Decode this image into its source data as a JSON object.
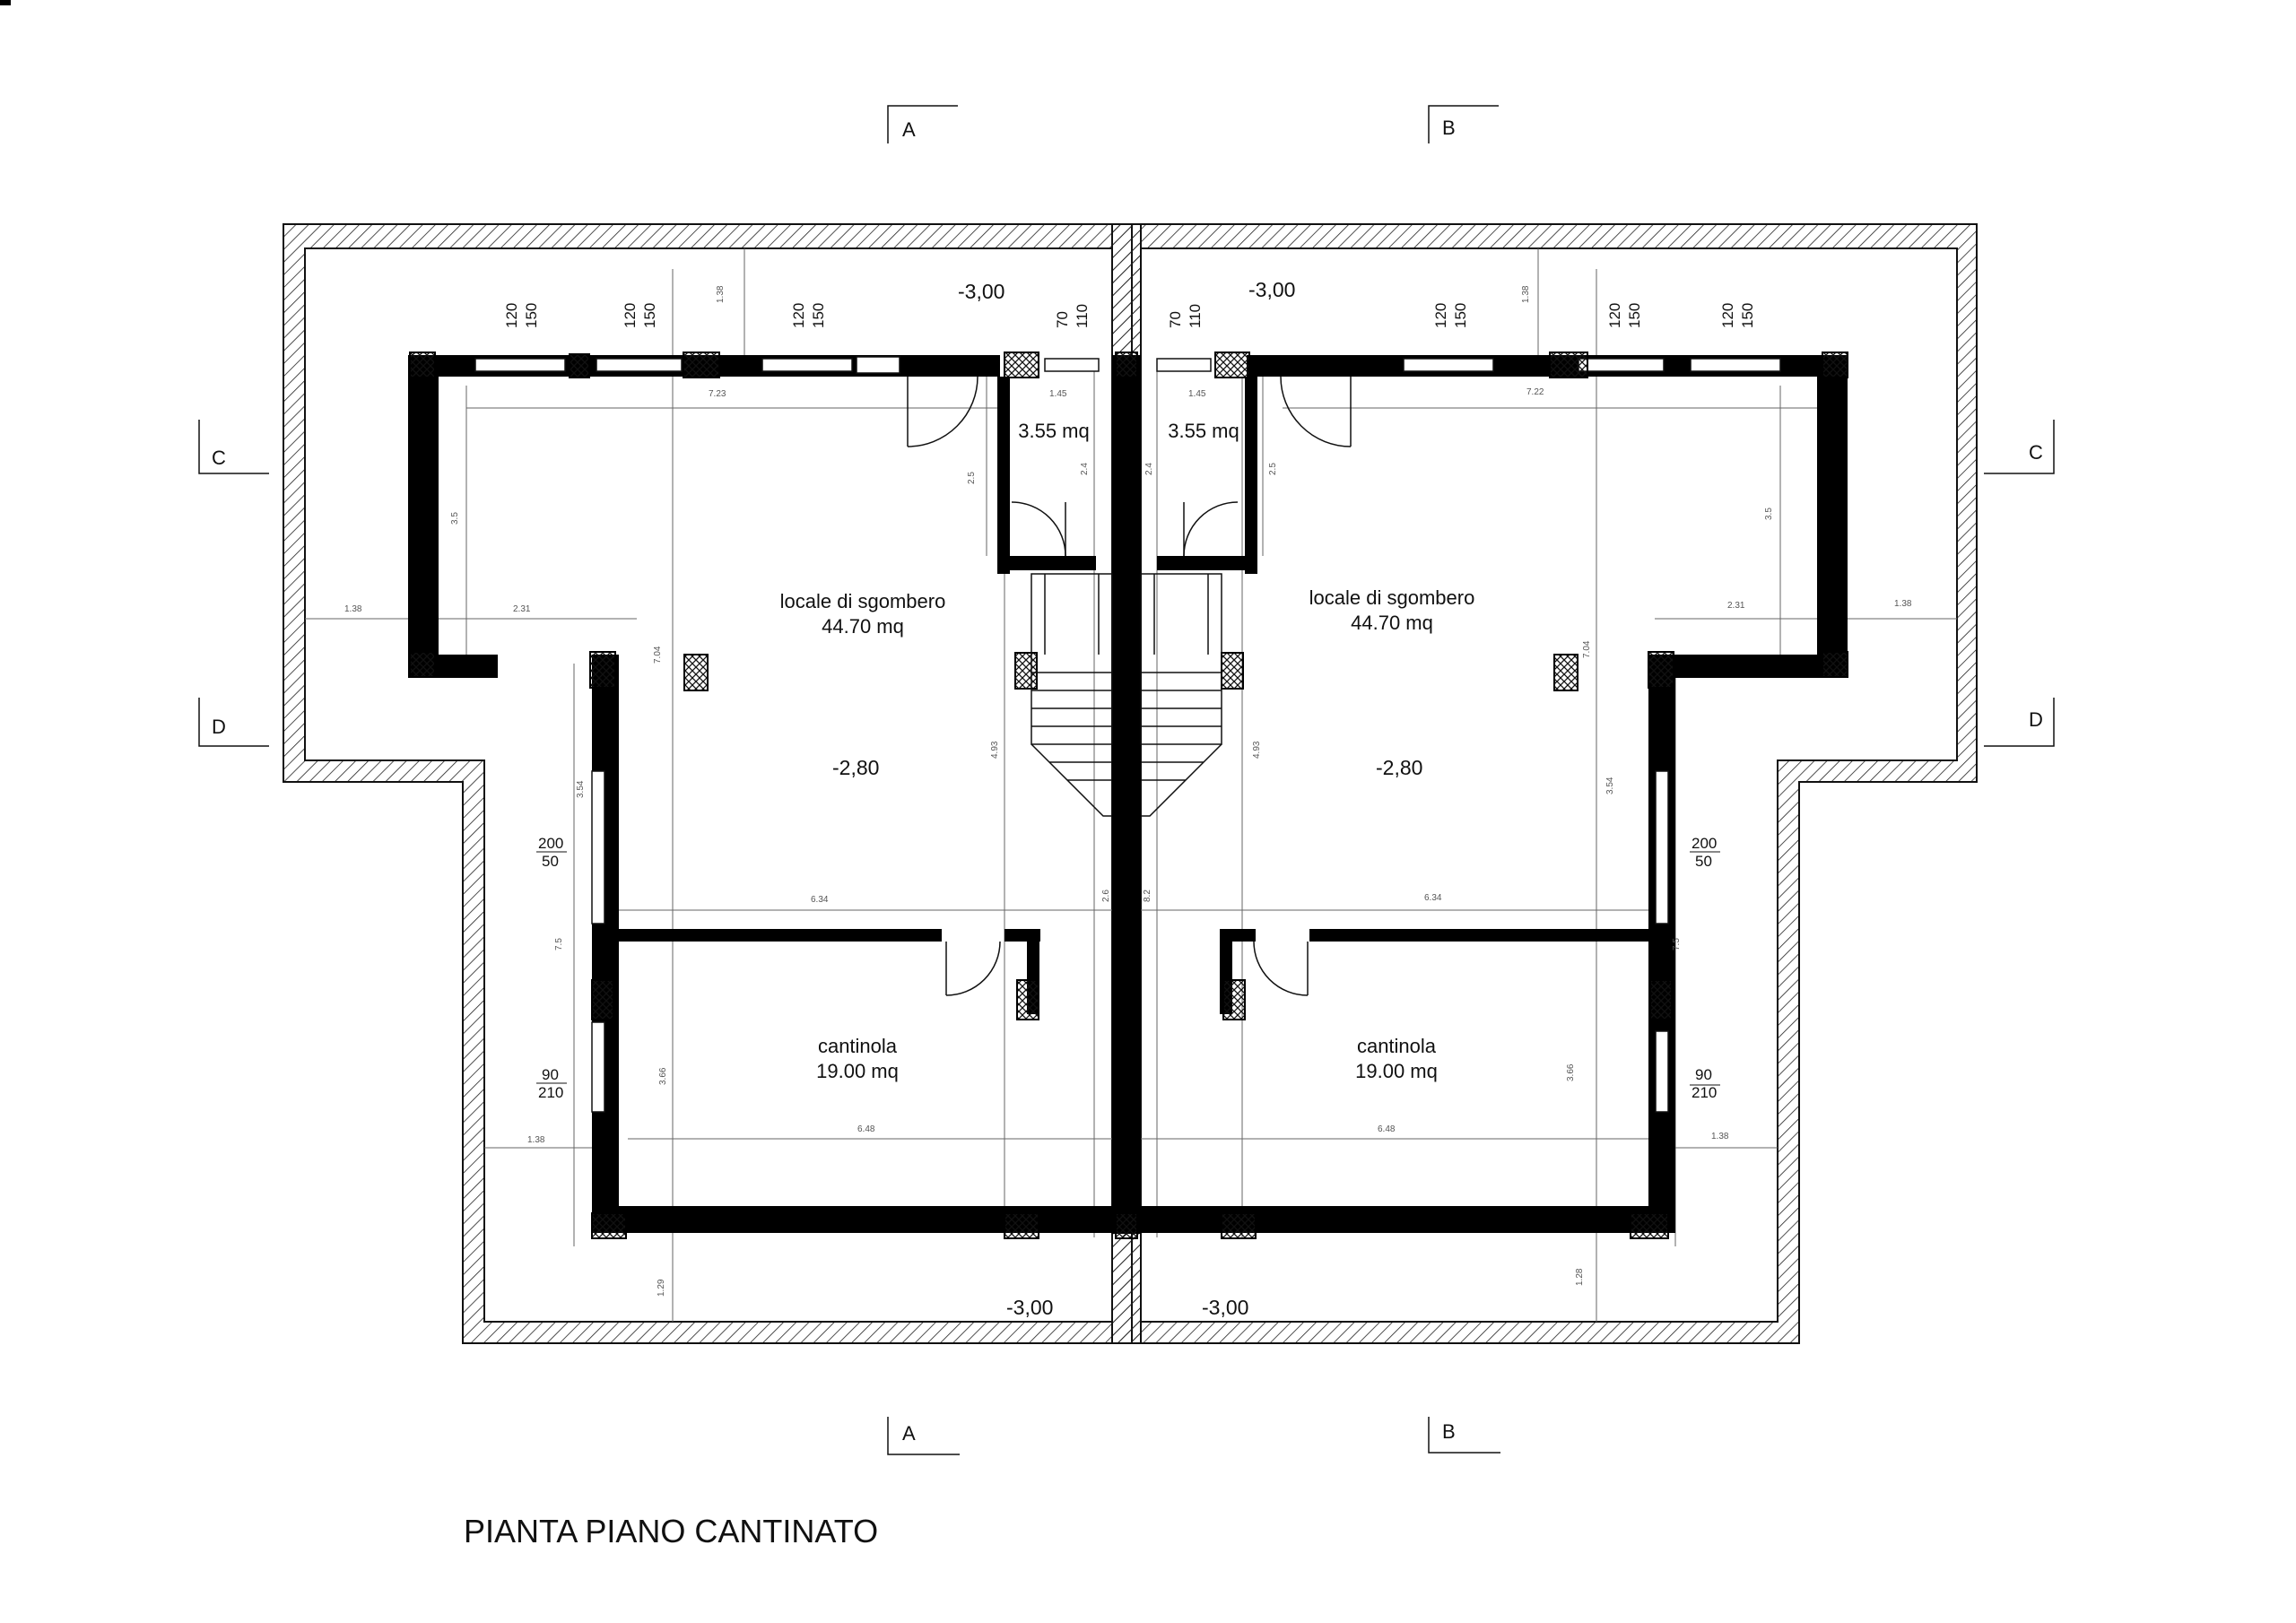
{
  "drawing": {
    "title": "PIANTA PIANO CANTINATO",
    "sections": {
      "top_left": "A",
      "top_right": "B",
      "bottom_left": "A",
      "bottom_right": "B",
      "left_c": "C",
      "left_d": "D",
      "right_c": "C",
      "right_d": "D"
    },
    "levels": {
      "top_left": "-3,00",
      "top_right": "-3,00",
      "bottom_left": "-3,00",
      "bottom_right": "-3,00",
      "room_left": "-2,80",
      "room_right": "-2,80"
    },
    "rooms": {
      "left_storage_name": "locale di sgombero",
      "left_storage_area": "44.70 mq",
      "right_storage_name": "locale di sgombero",
      "right_storage_area": "44.70 mq",
      "left_cellar_name": "cantinola",
      "left_cellar_area": "19.00 mq",
      "right_cellar_name": "cantinola",
      "right_cellar_area": "19.00 mq",
      "left_small_area": "3.55 mq",
      "right_small_area": "3.55 mq"
    },
    "openings": {
      "top": [
        {
          "w": "120",
          "h": "150"
        },
        {
          "w": "120",
          "h": "150"
        },
        {
          "w": "120",
          "h": "150"
        },
        {
          "w": "70",
          "h": "110"
        },
        {
          "w": "70",
          "h": "110"
        },
        {
          "w": "120",
          "h": "150"
        },
        {
          "w": "120",
          "h": "150"
        },
        {
          "w": "120",
          "h": "150"
        }
      ],
      "side_left_upper": {
        "w": "200",
        "h": "50"
      },
      "side_left_lower": {
        "w": "90",
        "h": "210"
      },
      "side_right_upper": {
        "w": "200",
        "h": "50"
      },
      "side_right_lower": {
        "w": "90",
        "h": "210"
      }
    },
    "dimensions": {
      "top_left_width": "7.23",
      "top_right_width": "7.22",
      "small_left_width": "1.45",
      "small_right_width": "1.45",
      "left_wing": "2.31",
      "right_wing": "2.31",
      "left_offset": "1.38",
      "right_offset": "1.38",
      "mid_left_width": "6.34",
      "mid_right_width": "6.34",
      "cellar_left_width": "6.48",
      "cellar_right_width": "6.48",
      "bottom_left_offset": "1.38",
      "bottom_right_offset": "1.38",
      "v_left_upper": "3.5",
      "v_right_upper": "3.5",
      "v_left_mid": "7.04",
      "v_right_mid": "7.04",
      "v_left_low": "3.54",
      "v_right_low": "3.54",
      "v_left_cellar": "3.66",
      "v_right_cellar": "3.66",
      "v_left_gap": "1.29",
      "v_right_gap": "1.28",
      "v_left_small": "2.4",
      "v_right_small": "2.4",
      "v_left_door": "2.5",
      "v_right_door": "2.5",
      "v_stair_left": "4.93",
      "v_stair_right": "4.93",
      "v_center_left": "2.6",
      "v_center_right": "8.2",
      "v_left_side": "7.5",
      "v_right_side": "7.5",
      "v_top_left_mid": "1.38",
      "v_top_right_mid": "1.38"
    }
  }
}
